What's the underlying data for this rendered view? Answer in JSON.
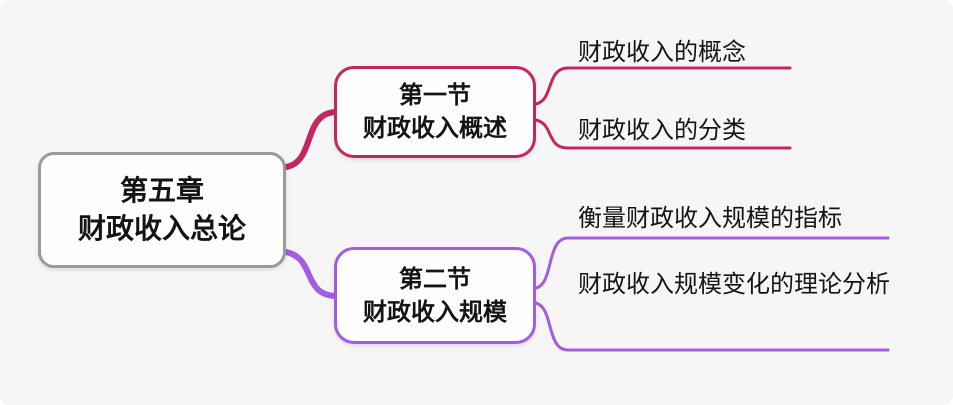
{
  "diagram": {
    "type": "mindmap",
    "root": {
      "line1": "第五章",
      "line2": "财政收入总论"
    },
    "branches": [
      {
        "line1": "第一节",
        "line2": "财政收入概述",
        "color": "#c2275e",
        "children": [
          "财政收入的概念",
          "财政收入的分类"
        ]
      },
      {
        "line1": "第二节",
        "line2": "财政收入规模",
        "color": "#a55ce0",
        "children": [
          "衡量财政收入规模的指标",
          "财政收入规模变化的理论分析"
        ]
      }
    ],
    "colors": {
      "background": "#f6f6f7",
      "root_border": "#9a9a9a",
      "branch1_accent": "#c2275e",
      "branch2_accent": "#a55ce0",
      "text": "#141414"
    }
  }
}
